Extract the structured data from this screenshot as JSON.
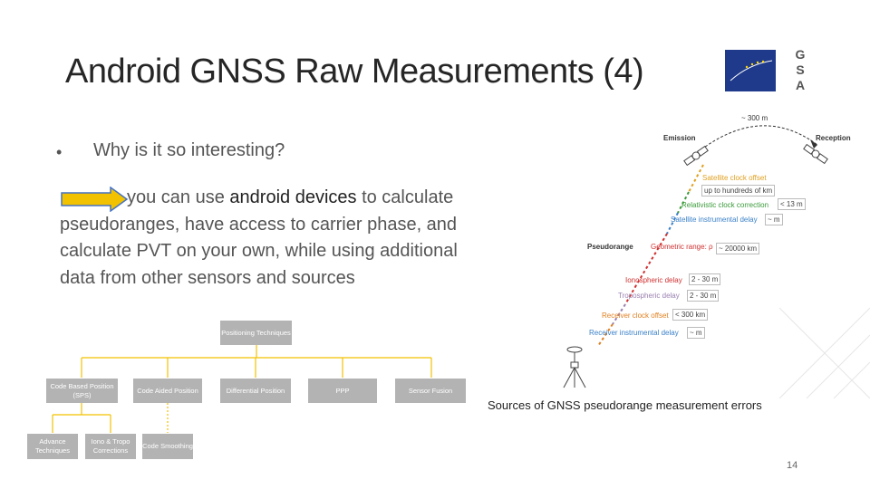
{
  "slide": {
    "title": "Android GNSS Raw Measurements (4)",
    "logo_letters": [
      "G",
      "S",
      "A"
    ],
    "bullet": "Why is it so interesting?",
    "paragraph": {
      "before": "you can use ",
      "highlight": "android devices",
      "after": " to calculate pseudoranges, have access to carrier phase, and calculate PVT on your own, while using additional data from other sensors and sources"
    },
    "figure_caption": "Sources of GNSS pseudorange measurement errors",
    "page_number": "14"
  },
  "techniques_chart": {
    "root": "Positioning Techniques",
    "level1": [
      "Code Based Position (SPS)",
      "Code Aided Position",
      "Differential Position",
      "PPP",
      "Sensor Fusion"
    ],
    "level2": [
      "Advance Techniques",
      "Iono & Tropo Corrections",
      "Code Smoothing"
    ]
  },
  "error_diagram": {
    "top_distance": "~ 300 m",
    "emission": "Emission",
    "reception": "Reception",
    "pseudorange": "Pseudorange",
    "components": [
      {
        "label": "Satellite clock offset",
        "value": "up to hundreds of km",
        "color": "#e0a020"
      },
      {
        "label": "Relativistic clock correction",
        "value": "< 13 m",
        "color": "#3a9a3a"
      },
      {
        "label": "Satellite instrumental delay",
        "value": "~ m",
        "color": "#3a80c8"
      },
      {
        "label": "Geometric range: ρ",
        "value": "~ 20000 km",
        "color": "#d03030"
      },
      {
        "label": "Ionospheric delay",
        "value": "2 - 30 m",
        "color": "#d03030"
      },
      {
        "label": "Tropospheric delay",
        "value": "2 - 30 m",
        "color": "#9a80b0"
      },
      {
        "label": "Receiver clock offset",
        "value": "< 300 km",
        "color": "#e08020"
      },
      {
        "label": "Receiver instrumental delay",
        "value": "~ m",
        "color": "#3a80c8"
      }
    ]
  },
  "colors": {
    "arrow_fill": "#f2c200",
    "arrow_stroke": "#4472c4",
    "box_gray": "#b3b3b3",
    "connector": "#f2c200"
  }
}
